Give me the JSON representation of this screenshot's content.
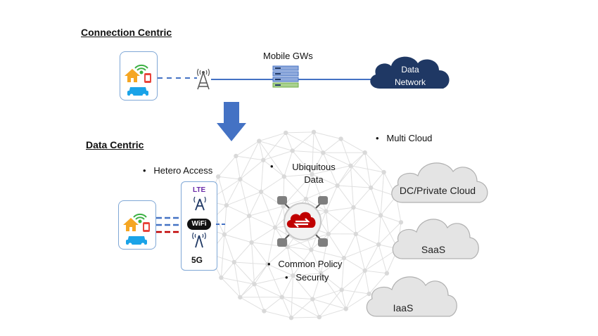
{
  "connection_centric": {
    "heading": "Connection Centric",
    "gateway_label": "Mobile GWs",
    "data_network_label": "Data\nNetwork"
  },
  "data_centric": {
    "heading": "Data Centric",
    "bullets": {
      "hetero_access": "Hetero Access",
      "ubiquitous_data": "Ubiquitous\nData",
      "multi_cloud": "Multi Cloud",
      "common_policy": "Common Policy",
      "security": "Security"
    },
    "access": {
      "lte_label": "LTE",
      "wifi_label": "WiFi",
      "five_g_label": "5G"
    },
    "clouds": {
      "dc_private": "DC/Private Cloud",
      "saas": "SaaS",
      "iaas": "IaaS"
    }
  },
  "colors": {
    "accent_blue": "#4472c4",
    "data_network_navy": "#1f3864",
    "link_red": "#c00000",
    "cloud_gray": "#e4e4e4",
    "cloud_stroke": "#b0b0b0",
    "mesh_gray": "#d9d9d9",
    "house_orange": "#f5a623",
    "car_cyan": "#1aa3e8",
    "watch_red": "#e8453c",
    "wifi_green": "#3cb043"
  },
  "icons": [
    "house-icon",
    "wifi-icon",
    "watch-icon",
    "car-icon",
    "cell-tower-icon",
    "server-rack-icon",
    "down-arrow-icon",
    "cloud-swap-icon",
    "database-icon"
  ]
}
